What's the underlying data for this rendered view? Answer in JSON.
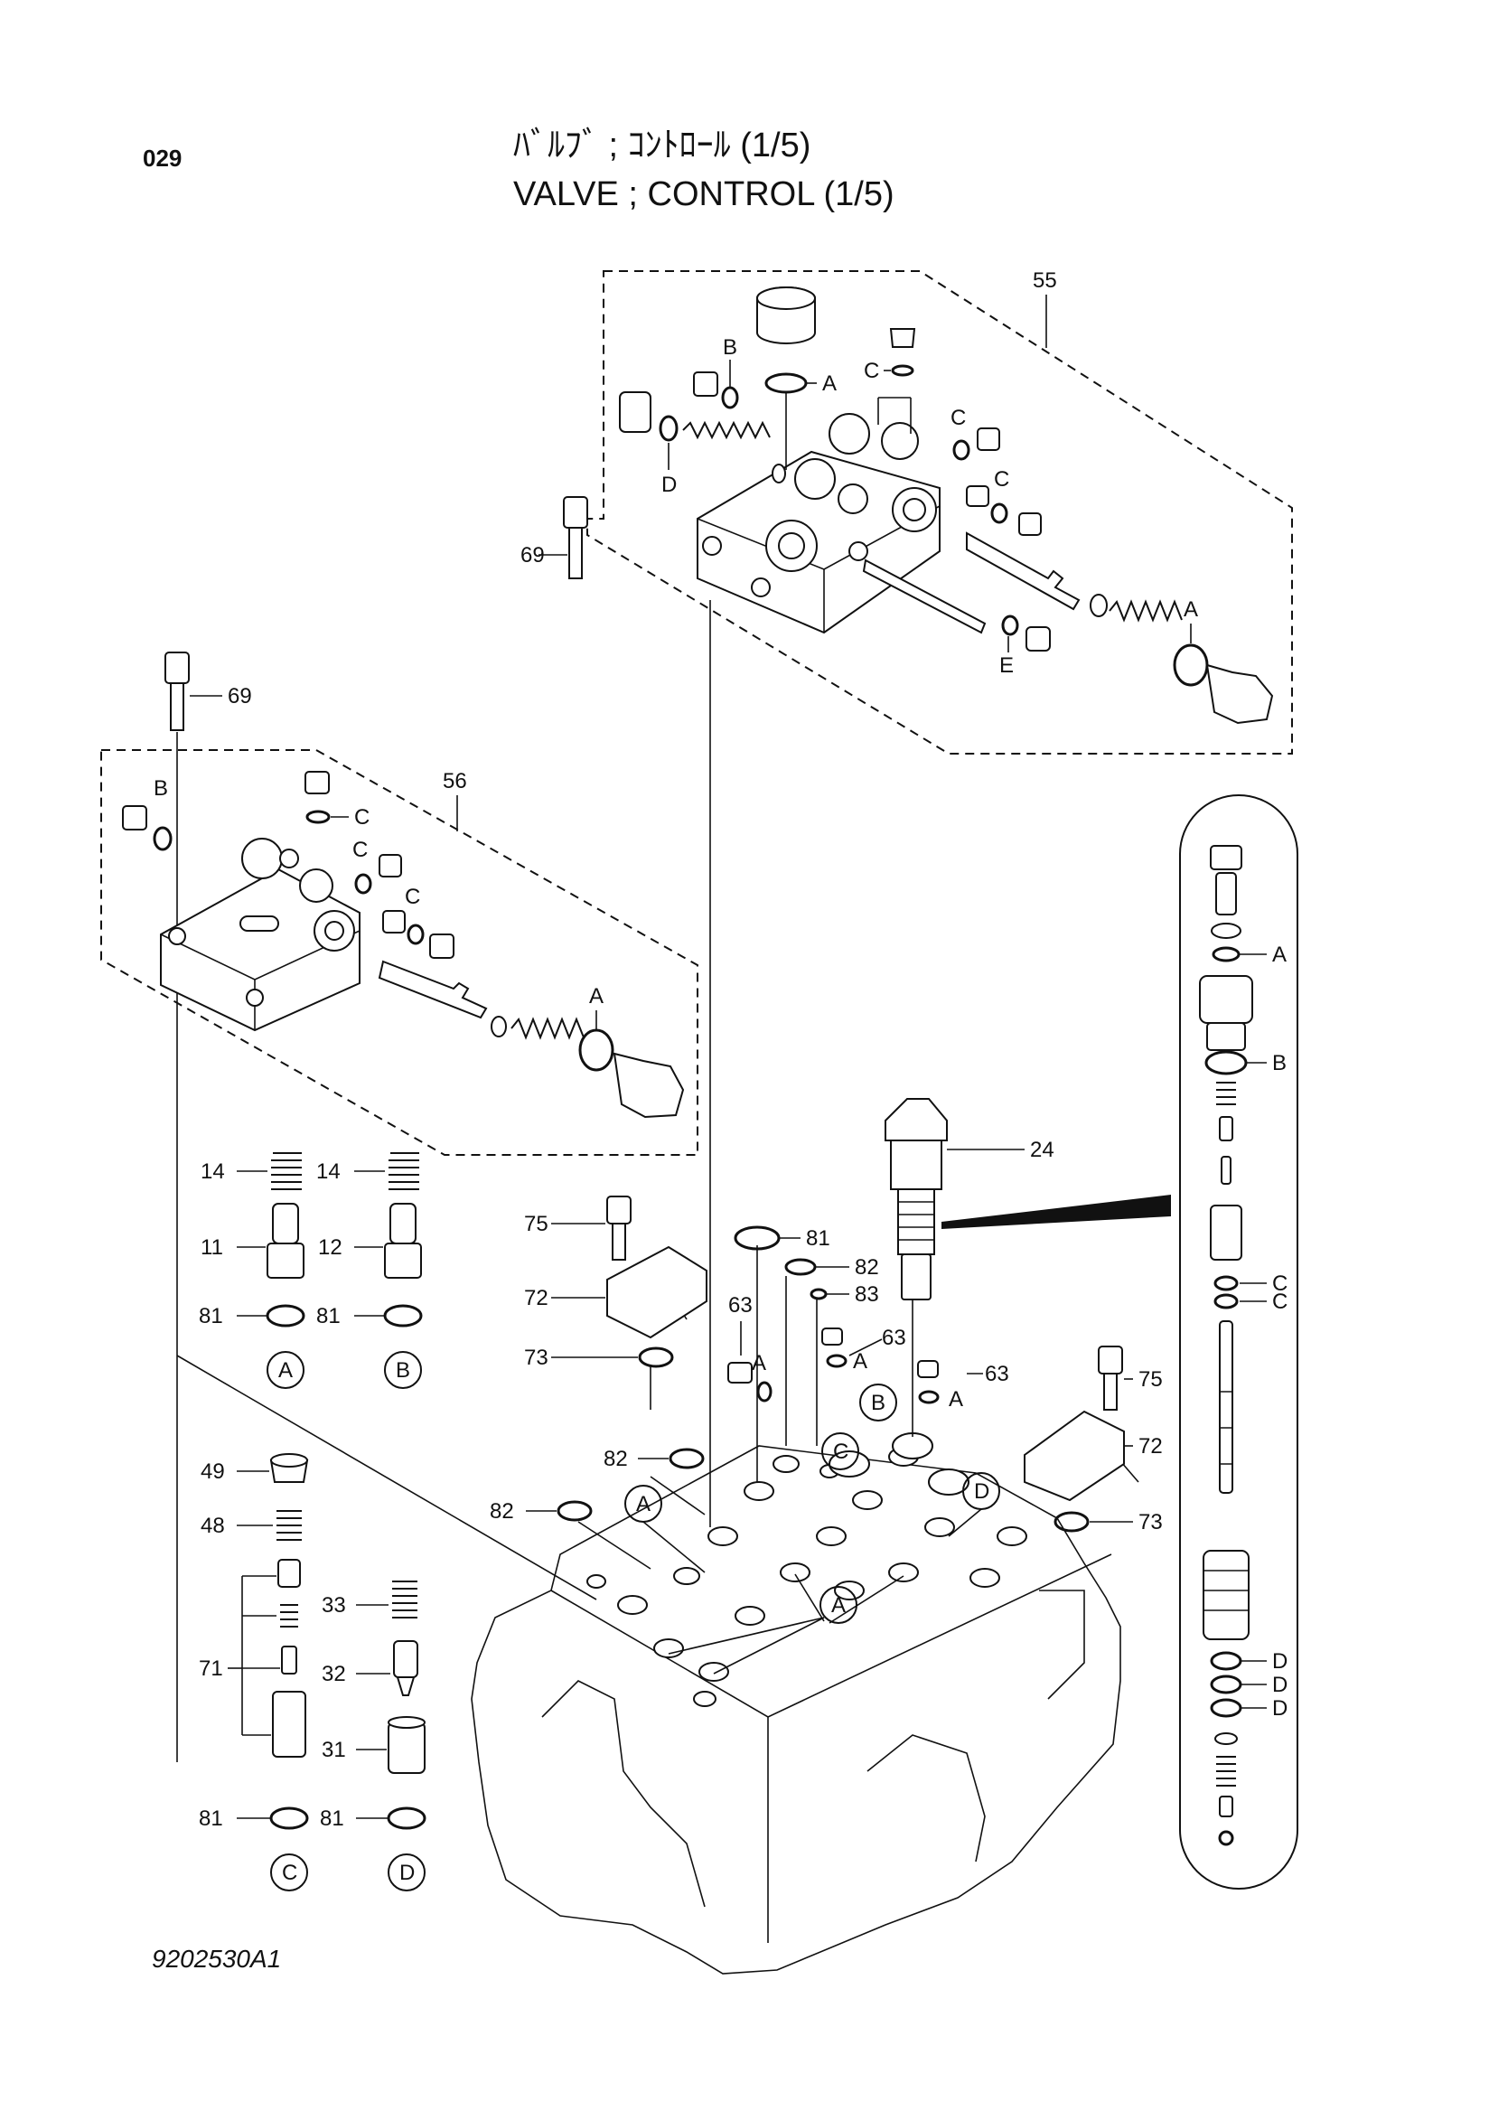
{
  "header": {
    "page_number": "029",
    "title_jp": "ﾊﾞﾙﾌﾞ ; ｺﾝﾄﾛｰﾙ (1/5)",
    "title_en": "VALVE ; CONTROL (1/5)"
  },
  "footer": {
    "drawing_number": "9202530A1"
  },
  "labels": {
    "p11": "11",
    "p12": "12",
    "p14a": "14",
    "p14b": "14",
    "p24": "24",
    "p31": "31",
    "p32": "32",
    "p33": "33",
    "p48": "48",
    "p49": "49",
    "p55": "55",
    "p56": "56",
    "p63a": "63",
    "p63b": "63",
    "p63c": "63",
    "p69a": "69",
    "p69b": "69",
    "p71": "71",
    "p72a": "72",
    "p72b": "72",
    "p73a": "73",
    "p73b": "73",
    "p75a": "75",
    "p75b": "75",
    "p81a": "81",
    "p81b": "81",
    "p81c": "81",
    "p81d": "81",
    "p81e": "81",
    "p82a": "82",
    "p82b": "82",
    "p82c": "82",
    "p83": "83"
  },
  "refs": {
    "A": "A",
    "B": "B",
    "C": "C",
    "D": "D",
    "E": "E"
  }
}
